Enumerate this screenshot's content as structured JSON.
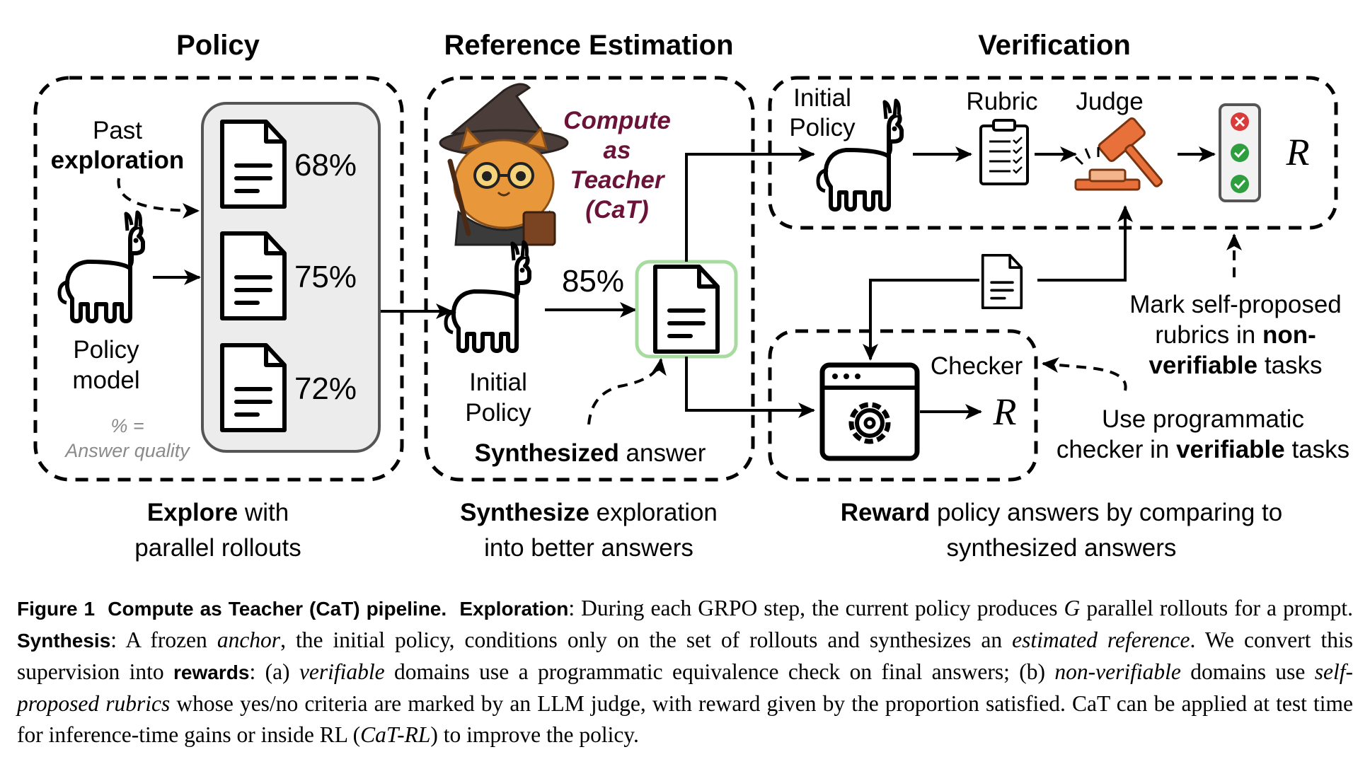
{
  "sections": {
    "policy": {
      "title": "Policy",
      "past_exploration_line1": "Past",
      "past_exploration_line2": "exploration",
      "rollout_scores": [
        "68%",
        "75%",
        "72%"
      ],
      "policy_model_line1": "Policy",
      "policy_model_line2": "model",
      "legend_line1": "% =",
      "legend_line2": "Answer quality",
      "footer_bold": "Explore",
      "footer_rest": " with",
      "footer_line2": "parallel rollouts"
    },
    "reference": {
      "title": "Reference Estimation",
      "cat_lines": [
        "Compute",
        "as",
        "Teacher",
        "(CaT)"
      ],
      "score": "85%",
      "initial_policy_line1": "Initial",
      "initial_policy_line2": "Policy",
      "synth_bold": "Synthesized",
      "synth_rest": " answer",
      "footer_bold": "Synthesize",
      "footer_rest": " exploration",
      "footer_line2": "into better answers"
    },
    "verification": {
      "title": "Verification",
      "initial_policy_line1": "Initial",
      "initial_policy_line2": "Policy",
      "rubric": "Rubric",
      "judge": "Judge",
      "reward_symbol": "R",
      "checker": "Checker",
      "checker_reward_symbol": "R",
      "mark_line1": "Mark self-proposed",
      "mark_line2_pre": "rubrics in ",
      "mark_line2_bold": "non-",
      "mark_line3_bold": "verifiable",
      "mark_line3_rest": " tasks",
      "use_line1": "Use programmatic",
      "use_line2_pre": "checker in ",
      "use_line2_bold": "verifiable",
      "use_line2_rest": " tasks",
      "footer_bold": "Reward",
      "footer_rest": " policy answers by comparing to",
      "footer_line2": "synthesized answers"
    }
  },
  "caption": {
    "figure_label": "Figure 1",
    "figure_title": "Compute as Teacher (CaT) pipeline.",
    "exploration_label": "Exploration",
    "exploration_text": ": During each GRPO step, the current policy produces ",
    "exploration_G": "G",
    "exploration_text2": " parallel rollouts for a prompt.",
    "synthesis_label": "Synthesis",
    "synthesis_text": ": A frozen ",
    "synthesis_anchor": "anchor",
    "synthesis_text2": ", the initial policy, conditions only on the set of rollouts and synthesizes an ",
    "synthesis_estimated": "estimated reference",
    "synthesis_text3": ". We convert this supervision into ",
    "rewards_label": "rewards",
    "rewards_text": ": (a) ",
    "rewards_verifiable": "verifiable",
    "rewards_text2": " domains use a programmatic equivalence check on final answers; (b) ",
    "rewards_nonverifiable": "non-verifiable",
    "rewards_text3": " domains use ",
    "rewards_rubrics": "self-proposed rubrics",
    "rewards_text4": " whose yes/no criteria are marked by an LLM judge, with reward given by the proportion satisfied. CaT can be applied at test time for inference-time gains or inside RL (",
    "rewards_catrl": "CaT-RL",
    "rewards_text5": ") to improve the policy."
  },
  "colors": {
    "highlight_green": "#a8dba0",
    "rollout_panel": "#ececec",
    "cat_text": "#6b1238",
    "judge_orange": "#e8703a",
    "status_red": "#d93a3a",
    "status_green": "#2e9e3e"
  },
  "icons": [
    "llama-icon",
    "document-icon",
    "wizard-cat-icon",
    "clipboard-rubric-icon",
    "gavel-icon",
    "status-light-icon",
    "checker-gear-icon"
  ]
}
